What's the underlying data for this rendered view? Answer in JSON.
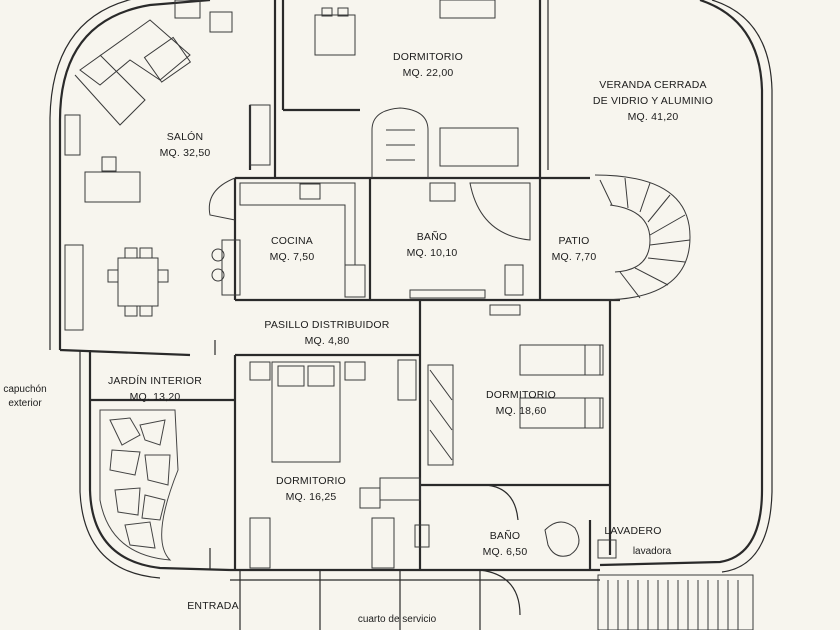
{
  "labels": {
    "dormitorio_top": {
      "name": "DORMITORIO",
      "area": "MQ. 22,00"
    },
    "veranda": {
      "line1": "VERANDA CERRADA",
      "line2": "DE VIDRIO Y ALUMINIO",
      "area": "MQ. 41,20"
    },
    "salon": {
      "name": "SALÓN",
      "area": "MQ. 32,50"
    },
    "cocina": {
      "name": "COCINA",
      "area": "MQ. 7,50"
    },
    "bano_center": {
      "name": "BAÑO",
      "area": "MQ. 10,10"
    },
    "patio": {
      "name": "PATIO",
      "area": "MQ. 7,70"
    },
    "pasillo": {
      "name": "PASILLO DISTRIBUIDOR",
      "area": "MQ. 4,80"
    },
    "capuchon": {
      "line1": "capuchón",
      "line2": "exterior"
    },
    "jardin": {
      "name": "JARDÍN INTERIOR",
      "area": "MQ. 13,20"
    },
    "dormitorio_right": {
      "name": "DORMITORIO",
      "area": "MQ. 18,60"
    },
    "dormitorio_master": {
      "name": "DORMITORIO",
      "area": "MQ. 16,25"
    },
    "bano_small": {
      "name": "BAÑO",
      "area": "MQ. 6,50"
    },
    "lavadero": {
      "name": "LAVADERO",
      "appliance": "lavadora"
    },
    "entrada": {
      "name": "ENTRADA"
    },
    "cuarto_servicio": {
      "line1": "cuarto de servicio"
    }
  },
  "colors": {
    "paper": "#f7f5ee",
    "ink": "#2a2a2a"
  }
}
